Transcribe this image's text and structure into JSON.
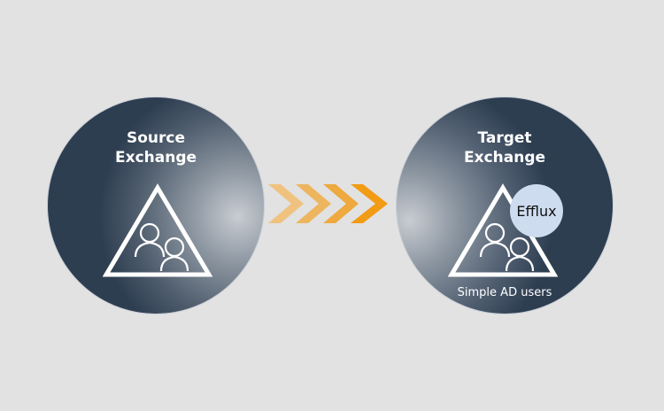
{
  "source": {
    "title_line1": "Source",
    "title_line2": "Exchange",
    "icon": "users-triangle-icon"
  },
  "target": {
    "title_line1": "Target",
    "title_line2": "Exchange",
    "icon": "users-triangle-icon",
    "badge": "Efflux",
    "caption": "Simple AD users"
  },
  "arrows": {
    "count": 4,
    "colors": [
      "#efc27f",
      "#eeb55f",
      "#eea93f",
      "#f29b14"
    ],
    "icon": "chevron-right-icon"
  },
  "colors": {
    "background": "#e2e2e2",
    "circle": "#2c3d50",
    "badge": "#cddcef"
  }
}
